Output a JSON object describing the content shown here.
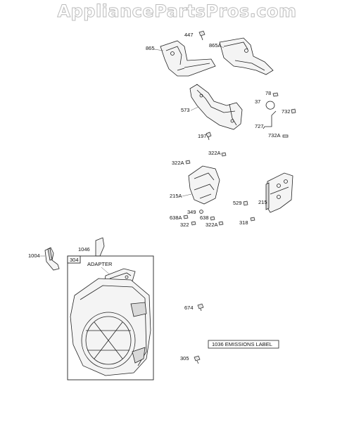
{
  "watermark": "AppliancePartsPros.com",
  "labels": {
    "p447": "447",
    "p865": "865",
    "p865A": "865A",
    "p573": "573",
    "p78": "78",
    "p37": "37",
    "p732": "732",
    "p727": "727",
    "p732A": "732A",
    "p197": "197",
    "p322A_top": "322A",
    "p322A_left": "322A",
    "p215A": "215A",
    "p529": "529",
    "p215": "215",
    "p349": "349",
    "p638A": "638A",
    "p638": "638",
    "p322": "322",
    "p322A_bottom": "322A",
    "p318": "318",
    "p1004": "1004",
    "p1046": "1046",
    "p304": "304",
    "adapter": "ADAPTER",
    "p674": "674",
    "emissions": "1036 EMISSIONS LABEL",
    "p305": "305"
  }
}
